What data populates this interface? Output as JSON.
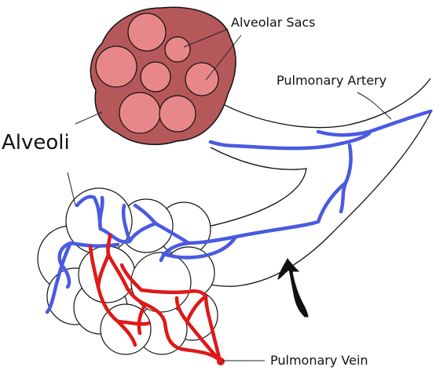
{
  "labels": {
    "alveolar_sacs": "Alveolar Sacs",
    "pulmonary_artery": "Pulmonary Artery",
    "alveoli": "Alveoli",
    "pulmonary_vein": "Pulmonary Vein"
  },
  "colors": {
    "sac_outer": "#b5585a",
    "sac_inner": "#e8878a",
    "artery": "#4a5ae0",
    "vein": "#e01818",
    "alveolus": "#ffffff",
    "outline": "#111111"
  }
}
